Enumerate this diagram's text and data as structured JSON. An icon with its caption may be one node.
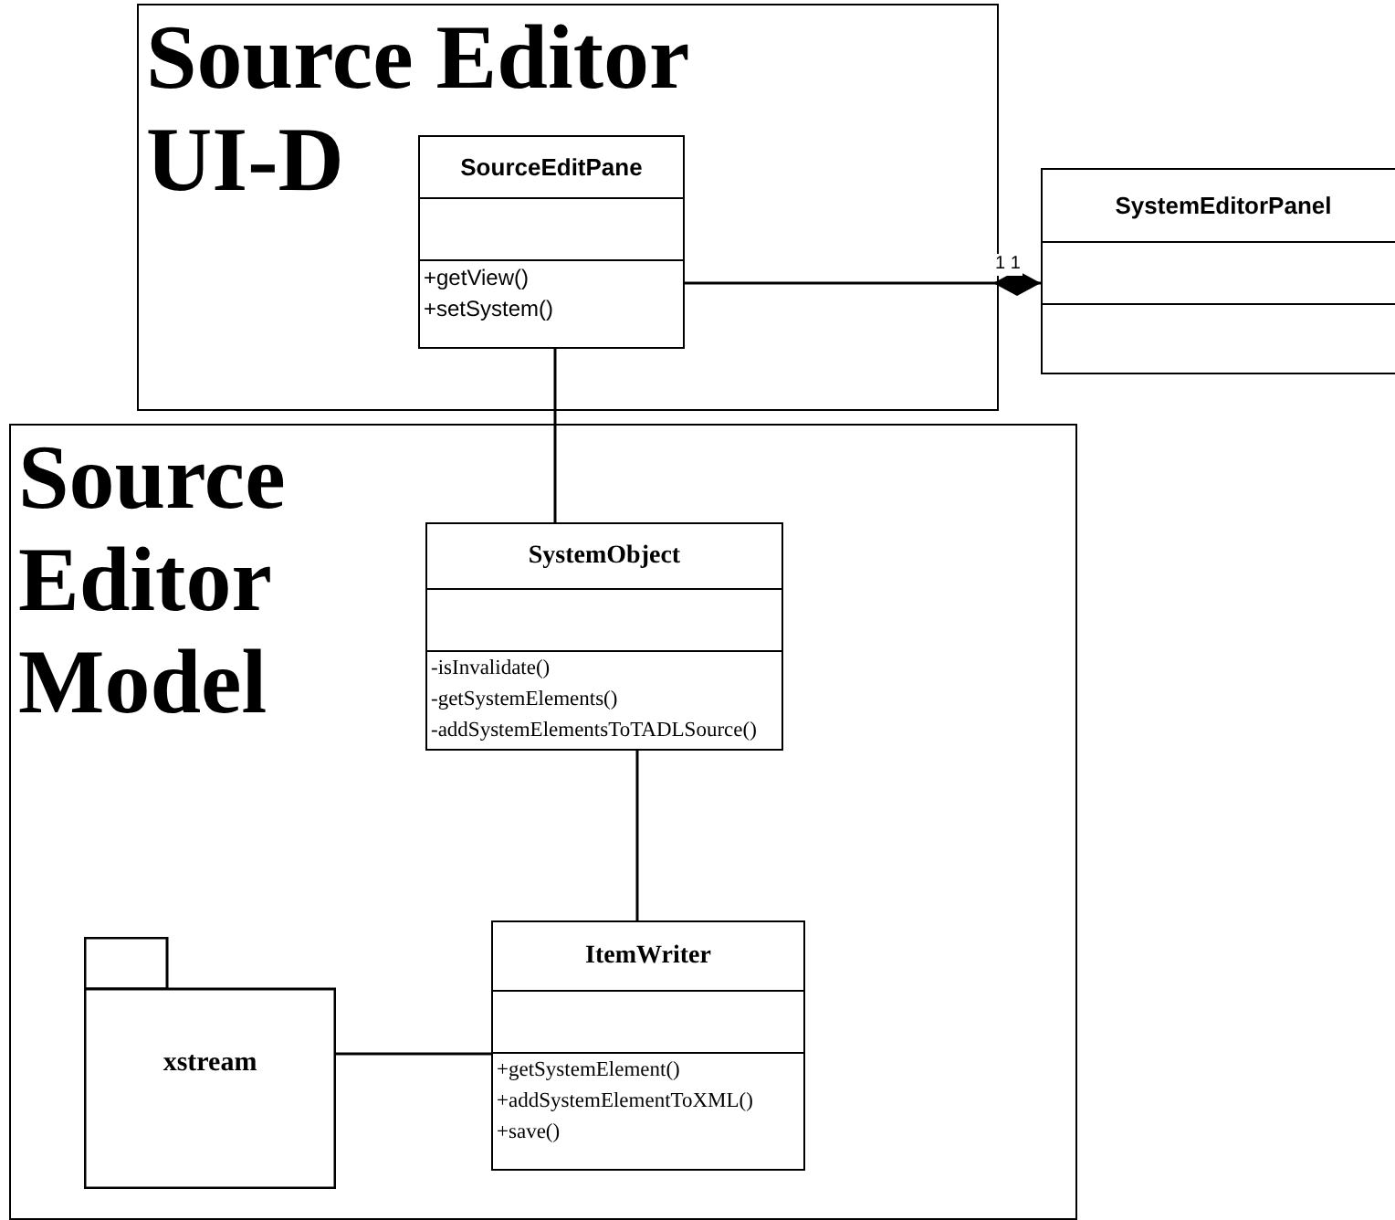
{
  "diagram": {
    "nodes": [
      {
        "text": [
          "Source Editor UI-D"
        ]
      },
      {
        "text": [
          "SourceEditPane",
          "+getView()",
          "+setSystem()"
        ],
        "in": 0
      },
      {
        "text": [
          "SystemEditorPanel"
        ]
      },
      {
        "text": [
          "Source Editor Model"
        ]
      },
      {
        "text": [
          "SystemObject",
          "-isInvalidate()",
          "-getSystemElements()",
          "-addSystemElementsToTADLSource()"
        ],
        "in": 3
      },
      {
        "text": [
          "ItemWriter",
          "+getSystemElement()",
          "+addSystemElementToXML()",
          "+save()"
        ],
        "in": 3
      },
      {
        "text": [
          "xstream"
        ],
        "in": 3
      }
    ],
    "edges": [
      {
        "from": 1,
        "to": 2,
        "arrow": "other",
        "label": "1 1"
      },
      {
        "from": 1,
        "to": 4,
        "arrow": "none"
      },
      {
        "from": 4,
        "to": 5,
        "arrow": "none"
      },
      {
        "from": 6,
        "to": 5,
        "arrow": "none"
      }
    ]
  }
}
